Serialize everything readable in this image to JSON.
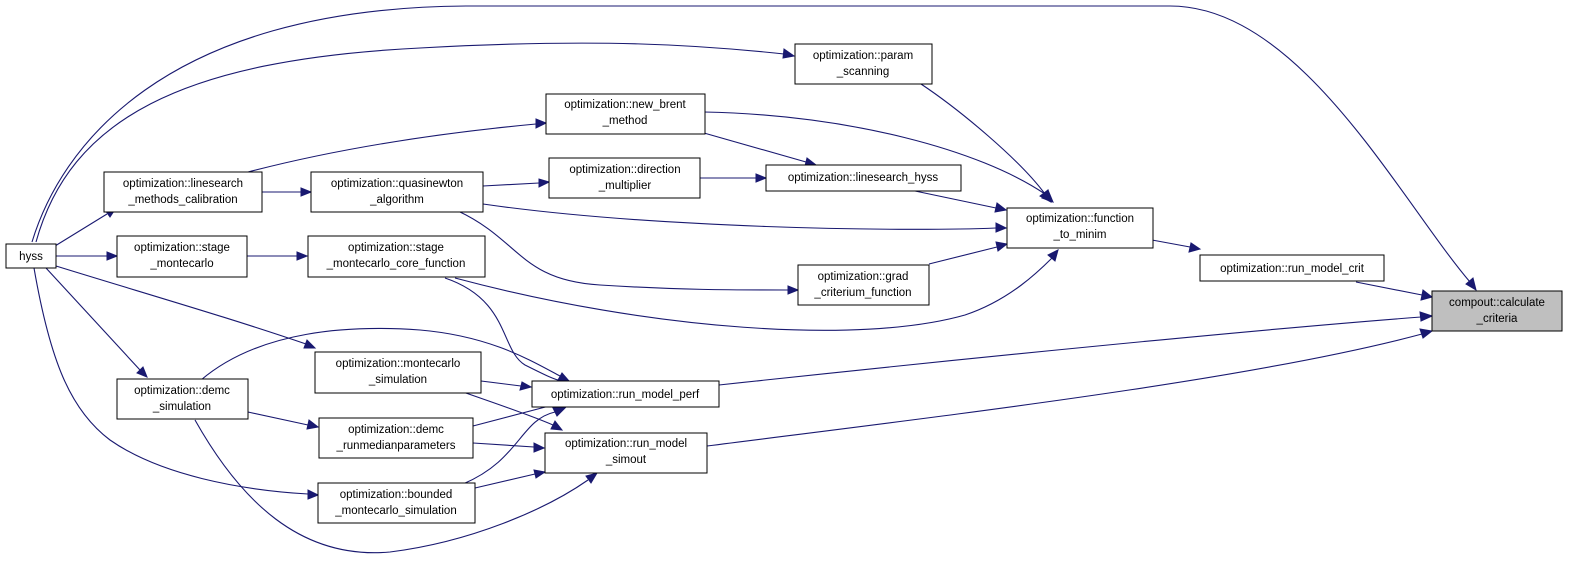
{
  "nodes": [
    {
      "id": "calc",
      "lines": [
        "compout::calculate",
        "_criteria"
      ],
      "root": true
    },
    {
      "id": "crit",
      "lines": [
        "optimization::run_model_crit"
      ]
    },
    {
      "id": "fmin",
      "lines": [
        "optimization::function",
        "_to_minim"
      ]
    },
    {
      "id": "perf",
      "lines": [
        "optimization::run_model_perf"
      ]
    },
    {
      "id": "simout",
      "lines": [
        "optimization::run_model",
        "_simout"
      ]
    },
    {
      "id": "param",
      "lines": [
        "optimization::param",
        "_scanning"
      ]
    },
    {
      "id": "brent",
      "lines": [
        "optimization::new_brent",
        "_method"
      ]
    },
    {
      "id": "lshyss",
      "lines": [
        "optimization::linesearch_hyss"
      ]
    },
    {
      "id": "qn",
      "lines": [
        "optimization::quasinewton",
        "_algorithm"
      ]
    },
    {
      "id": "grad",
      "lines": [
        "optimization::grad",
        "_criterium_function"
      ]
    },
    {
      "id": "smcore",
      "lines": [
        "optimization::stage",
        "_montecarlo_core_function"
      ]
    },
    {
      "id": "dir",
      "lines": [
        "optimization::direction",
        "_multiplier"
      ]
    },
    {
      "id": "lsmc",
      "lines": [
        "optimization::linesearch",
        "_methods_calibration"
      ]
    },
    {
      "id": "smc",
      "lines": [
        "optimization::stage",
        "_montecarlo"
      ]
    },
    {
      "id": "mcs",
      "lines": [
        "optimization::montecarlo",
        "_simulation"
      ]
    },
    {
      "id": "demcrun",
      "lines": [
        "optimization::demc",
        "_runmedianparameters"
      ]
    },
    {
      "id": "bmc",
      "lines": [
        "optimization::bounded",
        "_montecarlo_simulation"
      ]
    },
    {
      "id": "demc",
      "lines": [
        "optimization::demc",
        "_simulation"
      ]
    },
    {
      "id": "hyss",
      "lines": [
        "hyss"
      ]
    }
  ]
}
